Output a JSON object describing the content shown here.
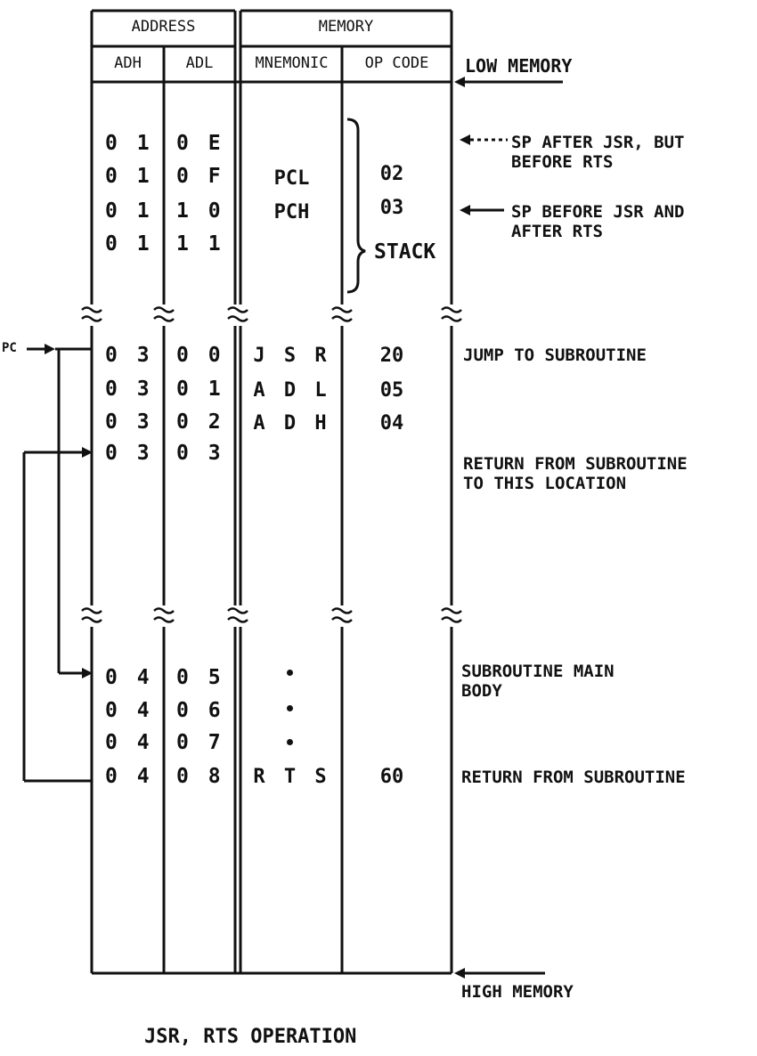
{
  "headers": {
    "address": "ADDRESS",
    "memory": "MEMORY",
    "adh": "ADH",
    "adl": "ADL",
    "mnemonic": "MNEMONIC",
    "opcode": "OP CODE"
  },
  "stack_rows": [
    {
      "adh": "0 1",
      "adl": "0 E",
      "mnemonic": "",
      "opcode": ""
    },
    {
      "adh": "0 1",
      "adl": "0 F",
      "mnemonic": "PCL",
      "opcode": "02"
    },
    {
      "adh": "0 1",
      "adl": "1 0",
      "mnemonic": "PCH",
      "opcode": "03"
    },
    {
      "adh": "0 1",
      "adl": "1 1",
      "mnemonic": "",
      "opcode": ""
    }
  ],
  "stack_label": "STACK",
  "main_rows": [
    {
      "adh": "0 3",
      "adl": "0 0",
      "mnemonic": "J S R",
      "opcode": "20"
    },
    {
      "adh": "0 3",
      "adl": "0 1",
      "mnemonic": "A D L",
      "opcode": "05"
    },
    {
      "adh": "0 3",
      "adl": "0 2",
      "mnemonic": "A D H",
      "opcode": "04"
    },
    {
      "adh": "0 3",
      "adl": "0 3",
      "mnemonic": "",
      "opcode": ""
    }
  ],
  "sub_rows": [
    {
      "adh": "0 4",
      "adl": "0 5",
      "mnemonic": "",
      "opcode": ""
    },
    {
      "adh": "0 4",
      "adl": "0 6",
      "mnemonic": "",
      "opcode": ""
    },
    {
      "adh": "0 4",
      "adl": "0 7",
      "mnemonic": "",
      "opcode": ""
    },
    {
      "adh": "0 4",
      "adl": "0 8",
      "mnemonic": "R T S",
      "opcode": "60"
    }
  ],
  "labels": {
    "pc": "PC",
    "low_memory": "LOW MEMORY",
    "high_memory": "HIGH MEMORY",
    "sp_after_jsr": "SP AFTER JSR, BUT\nBEFORE RTS",
    "sp_before_jsr": "SP BEFORE JSR AND\nAFTER RTS",
    "jump_to_subroutine": "JUMP TO SUBROUTINE",
    "return_to_location": "RETURN FROM SUBROUTINE\nTO THIS LOCATION",
    "subroutine_body": "SUBROUTINE MAIN\nBODY",
    "return_from_subroutine": "RETURN FROM SUBROUTINE"
  },
  "caption": "JSR, RTS OPERATION"
}
